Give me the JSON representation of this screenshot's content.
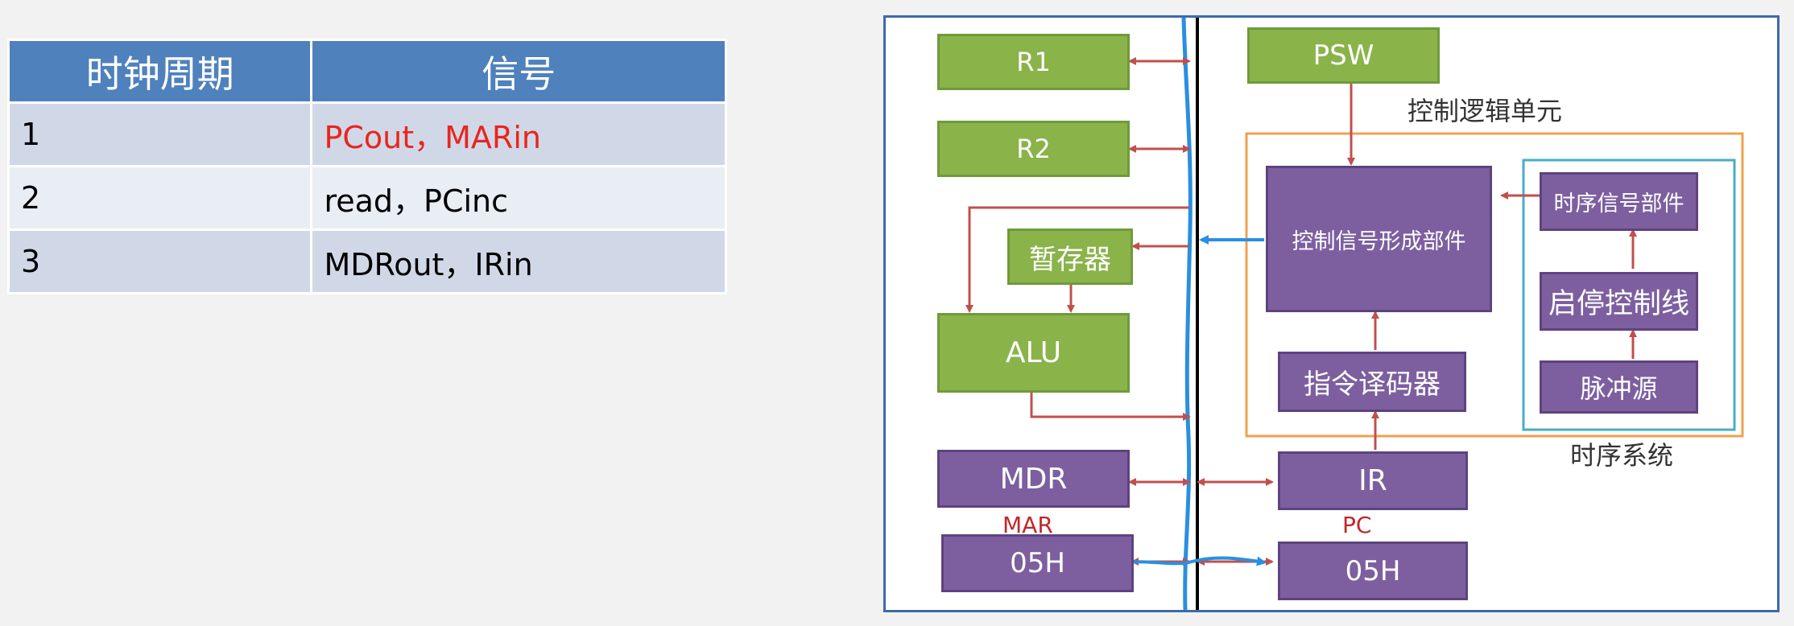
{
  "table": {
    "headers": [
      "时钟周期",
      "信号"
    ],
    "rows": [
      {
        "cycle": "1",
        "signal": "PCout，MARin"
      },
      {
        "cycle": "2",
        "signal": "read，PCinc"
      },
      {
        "cycle": "3",
        "signal": "MDRout，IRin"
      }
    ],
    "highlight_color": "#e8261c"
  },
  "diagram": {
    "r1": "R1",
    "r2": "R2",
    "temp": "暂存器",
    "alu": "ALU",
    "mdr": "MDR",
    "mar_label": "MAR",
    "mar_value": "05H",
    "psw": "PSW",
    "control_logic_unit": "控制逻辑单元",
    "control_signal_unit": "控制信号形成部件",
    "instruction_decoder": "指令译码器",
    "ir": "IR",
    "pc_label": "PC",
    "pc_value": "05H",
    "timing_signal_unit": "时序信号部件",
    "start_stop_line": "启停控制线",
    "pulse_source": "脉冲源",
    "timing_system": "时序系统",
    "colors": {
      "green_block": "#8ab34a",
      "purple_block": "#7d5fa0",
      "arrow_red": "#c0504d",
      "bus_blue": "#2a8fe0",
      "orange_frame": "#f0a050",
      "teal_frame": "#4bacc6"
    }
  }
}
